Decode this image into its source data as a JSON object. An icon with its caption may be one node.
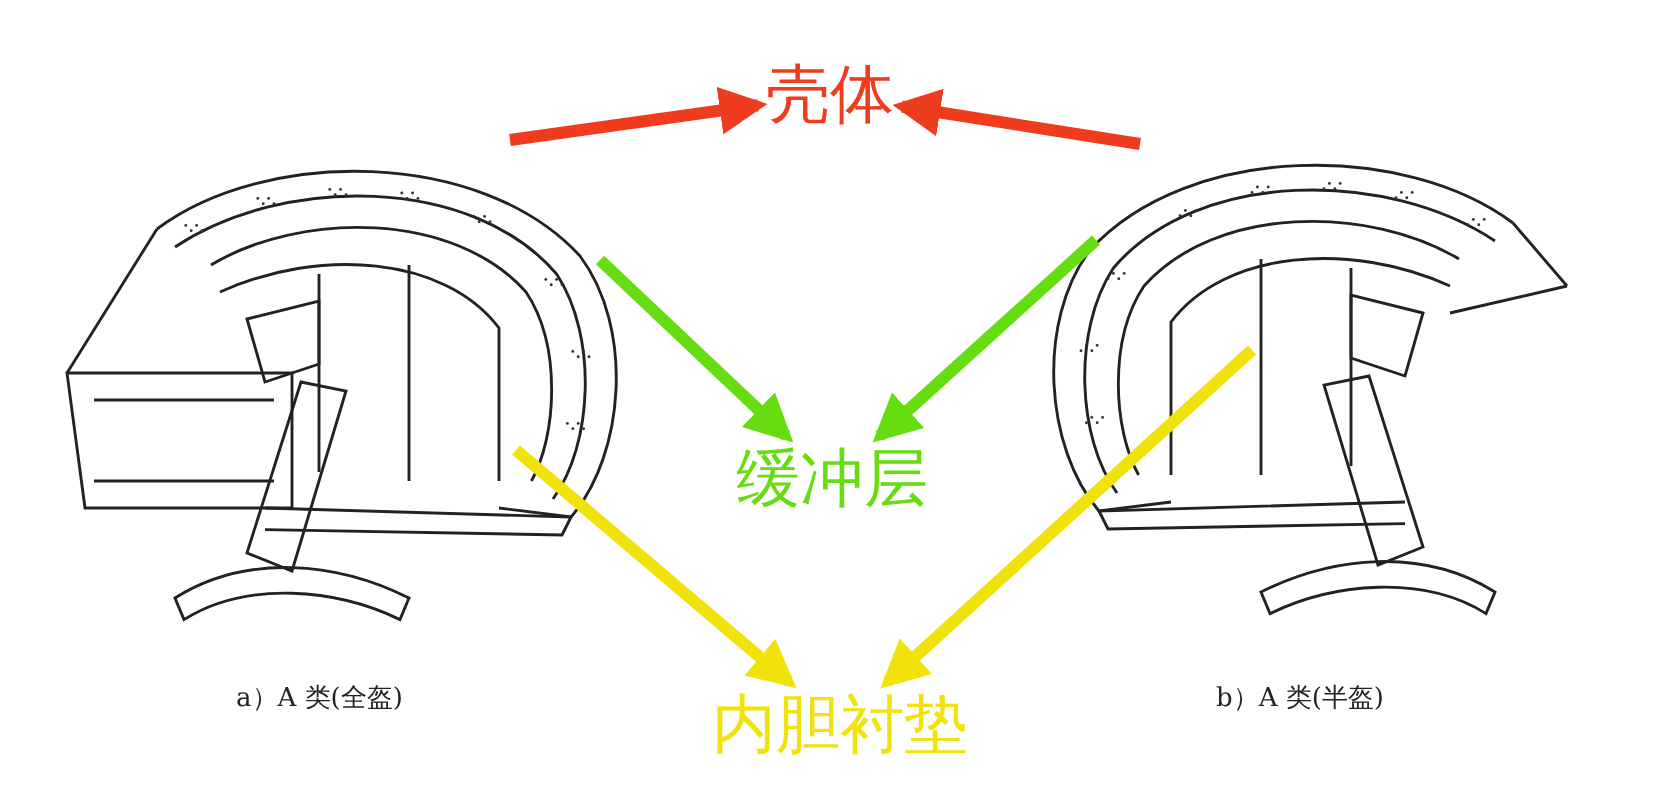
{
  "diagram": {
    "nodes": [
      {
        "text": [],
        "shape": "picture",
        "beside": [
          "a）A 类(全盔)"
        ]
      },
      {
        "text": [],
        "shape": "picture",
        "beside": [
          "b）A 类(半盔)"
        ]
      },
      {
        "text": [
          "壳体"
        ]
      },
      {
        "text": [
          "缓冲层"
        ]
      },
      {
        "text": [
          "内胆衬垫"
        ]
      }
    ],
    "edges": [
      {
        "from": 0,
        "to": 2,
        "arrow": "to",
        "color": "#f03c1e"
      },
      {
        "from": 1,
        "to": 2,
        "arrow": "to",
        "color": "#f03c1e"
      },
      {
        "from": 0,
        "to": 3,
        "arrow": "to",
        "color": "#66dd11"
      },
      {
        "from": 1,
        "to": 3,
        "arrow": "to",
        "color": "#66dd11"
      },
      {
        "from": 0,
        "to": 4,
        "arrow": "to",
        "color": "#f2e20c"
      },
      {
        "from": 1,
        "to": 4,
        "arrow": "to",
        "color": "#f2e20c"
      }
    ]
  }
}
